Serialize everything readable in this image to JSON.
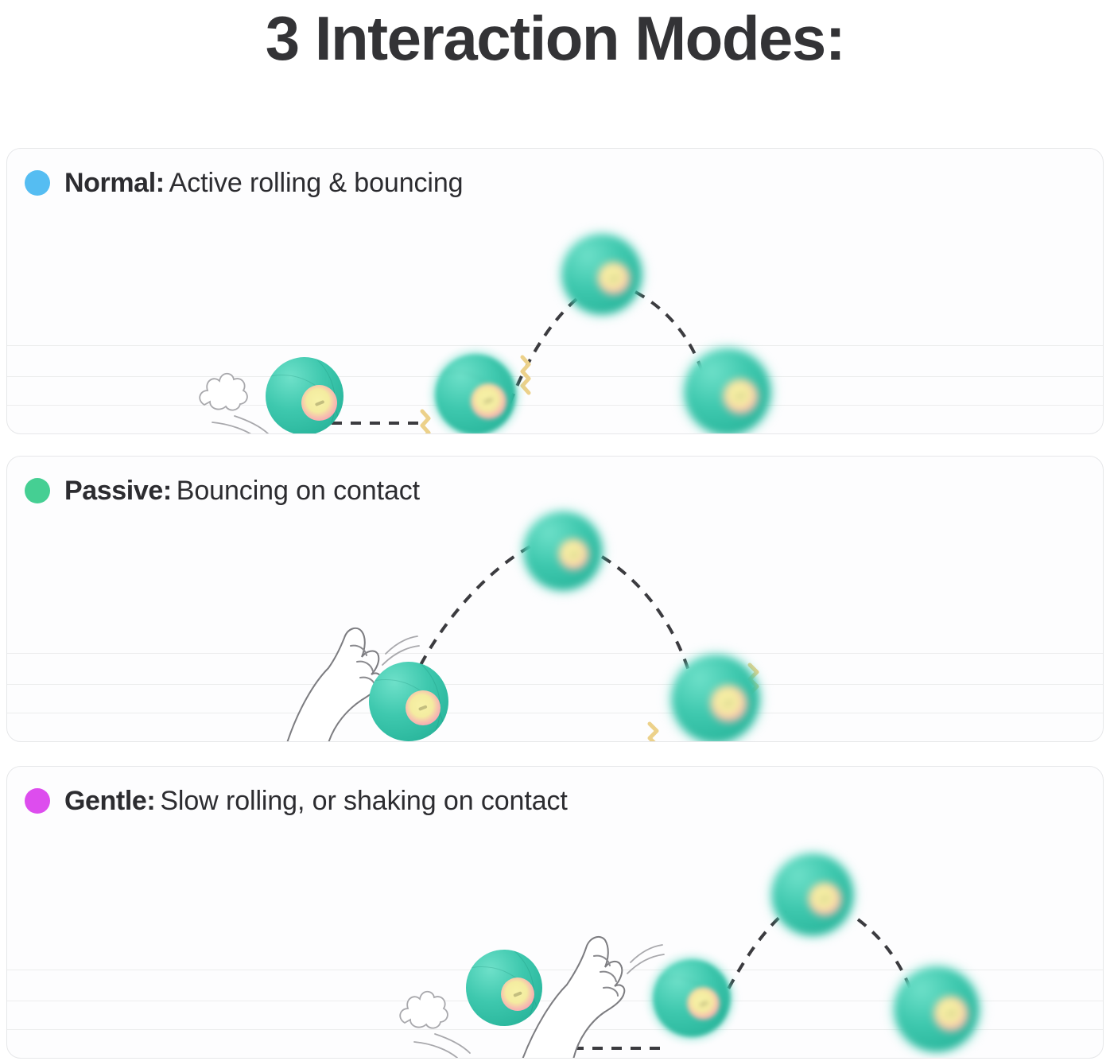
{
  "title": "3 Interaction Modes:",
  "colors": {
    "normal_dot": "#55bdf2",
    "passive_dot": "#45cf93",
    "gentle_dot": "#dd4dee",
    "ball_body": "#3ec8ae",
    "ball_ring": "#f7a9b2",
    "ball_core": "#f4eca0",
    "trajectory": "#3b3b3f",
    "vibration": "#ecd18a",
    "panel_border": "#e6e7e9",
    "panel_bg": "#fdfdfe",
    "title_text": "#333336"
  },
  "modes": [
    {
      "id": "normal",
      "dot_color": "#55bdf2",
      "name": "Normal:",
      "description": "Active rolling & bouncing",
      "scene": {
        "summary": "Ball rolls along the ground leaving a dust puff, bounces up in an arc and lands with vibration marks",
        "elements": [
          "dust-puff",
          "speed-lines",
          "rolling-ball",
          "ground-dash-line",
          "vibration-squiggle",
          "bounce-arc",
          "apex-ball",
          "landing-ball"
        ]
      }
    },
    {
      "id": "passive",
      "dot_color": "#45cf93",
      "name": "Passive:",
      "description": "Bouncing on contact",
      "scene": {
        "summary": "Cat paw taps the resting ball, which bounces in a high arc and lands vibrating",
        "elements": [
          "cat-paw",
          "motion-arcs",
          "contact-ball",
          "bounce-arc",
          "apex-ball",
          "landing-ball",
          "vibration-squiggle"
        ]
      }
    },
    {
      "id": "gentle",
      "dot_color": "#dd4dee",
      "name": "Gentle:",
      "description": "Slow rolling, or shaking on contact",
      "scene": {
        "summary": "Ball rolls slowly with a dust puff, a cat paw reaches for it, then the ball bounces up over an arc and lands",
        "elements": [
          "dust-puff",
          "speed-lines",
          "rolling-ball",
          "ground-dash-line",
          "cat-paw",
          "motion-arcs",
          "contact-ball",
          "bounce-arc",
          "apex-ball",
          "landing-ball"
        ]
      }
    }
  ]
}
